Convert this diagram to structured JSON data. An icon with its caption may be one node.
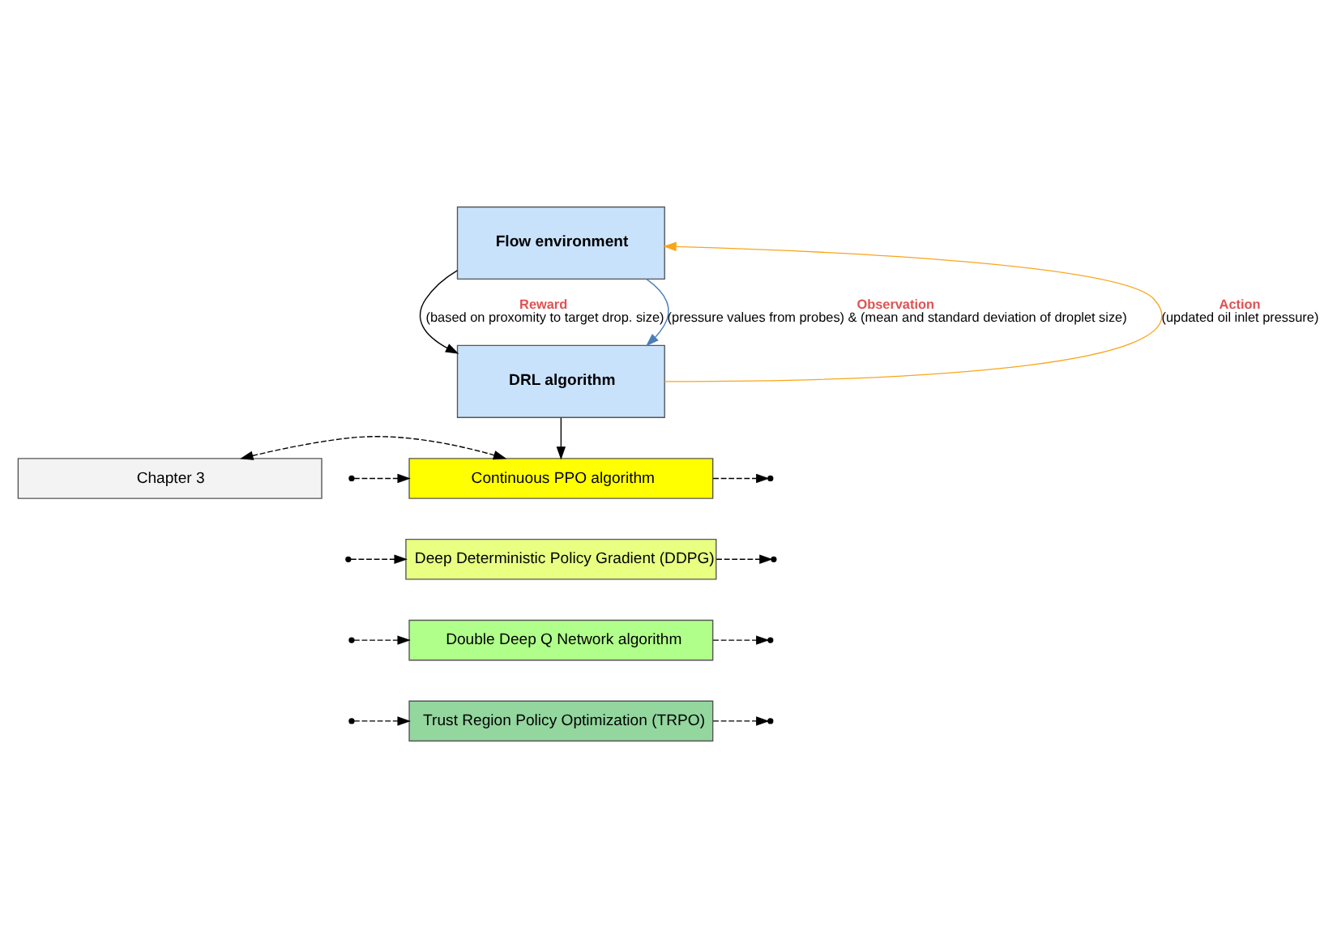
{
  "diagram": {
    "nodes": [
      {
        "text": [
          "Flow environment"
        ]
      },
      {
        "text": [
          "DRL algorithm"
        ]
      },
      {
        "text": [
          "Chapter 3"
        ]
      },
      {
        "text": [
          "Continuous PPO algorithm"
        ]
      },
      {
        "text": [
          "Deep Deterministic Policy Gradient (DDPG)"
        ]
      },
      {
        "text": [
          "Double Deep Q Network algorithm"
        ]
      },
      {
        "text": [
          "Trust Region Policy Optimization (TRPO)"
        ]
      }
    ],
    "edges": [
      {
        "from": 1,
        "to": 0,
        "arrow": "to",
        "label": "**Action** (updated oil inlet pressure)",
        "color": "#f9a51a"
      },
      {
        "from": 0,
        "to": 1,
        "arrow": "to",
        "label": "**Reward** (based on proxomity to target drop. size)"
      },
      {
        "from": 0,
        "to": 1,
        "arrow": "to",
        "label": "**Observation** (pressure values from probes) & (mean and standard deviation of droplet size)",
        "color": "#4a7ebb"
      },
      {
        "from": 1,
        "to": 3,
        "arrow": "to"
      },
      {
        "from": 2,
        "to": 3,
        "arrow": "both",
        "style": "dashed"
      },
      {
        "from": null,
        "to": 3,
        "arrow": "to",
        "style": "dashed"
      },
      {
        "from": 3,
        "to": null,
        "arrow": "to",
        "style": "dashed"
      },
      {
        "from": null,
        "to": 4,
        "arrow": "to",
        "style": "dashed"
      },
      {
        "from": 4,
        "to": null,
        "arrow": "to",
        "style": "dashed"
      },
      {
        "from": null,
        "to": 5,
        "arrow": "to",
        "style": "dashed"
      },
      {
        "from": 5,
        "to": null,
        "arrow": "to",
        "style": "dashed"
      },
      {
        "from": null,
        "to": 6,
        "arrow": "to",
        "style": "dashed"
      },
      {
        "from": 6,
        "to": null,
        "arrow": "to",
        "style": "dashed"
      }
    ]
  }
}
